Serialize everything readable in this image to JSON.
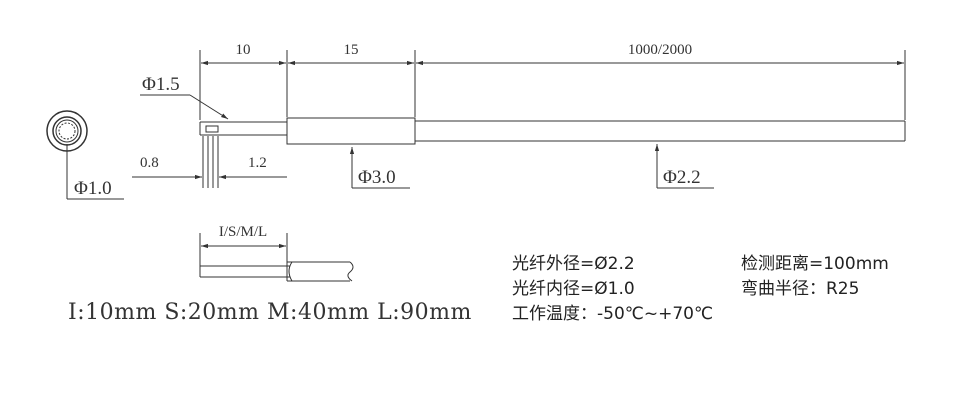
{
  "dimensions": {
    "len_10": "10",
    "len_15": "15",
    "len_cable": "1000/2000",
    "tip_diameter": "Φ1.5",
    "gap_08": "0.8",
    "gap_12": "1.2",
    "core_diameter": "Φ1.0",
    "sleeve_diameter": "Φ3.0",
    "cable_diameter": "Φ2.2",
    "tip_length_label": "I/S/M/L"
  },
  "tip_lengths": "I:10mm S:20mm M:40mm L:90mm",
  "specs": {
    "outer_diameter": "光纤外径=Ø2.2",
    "inner_diameter": "光纤内径=Ø1.0",
    "temperature": "工作温度：-50℃~+70℃",
    "detection_distance": "检测距离=100mm",
    "bend_radius": "弯曲半径：R25"
  }
}
